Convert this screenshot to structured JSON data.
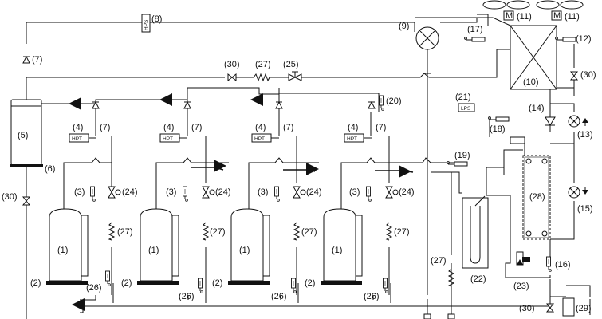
{
  "labels": {
    "l1": "(1)",
    "l2": "(2)",
    "l3": "(3)",
    "l4": "(4)",
    "l5": "(5)",
    "l6": "(6)",
    "l7": "(7)",
    "l8": "(8)",
    "l9": "(9)",
    "l10": "(10)",
    "l11": "(11)",
    "l12": "(12)",
    "l13": "(13)",
    "l14": "(14)",
    "l15": "(15)",
    "l16": "(16)",
    "l17": "(17)",
    "l18": "(18)",
    "l19": "(19)",
    "l20": "(20)",
    "l21": "(21)",
    "l22": "(22)",
    "l23": "(23)",
    "l24": "(24)",
    "l25": "(25)",
    "l26": "(26)",
    "l27": "(27)",
    "l28": "(28)",
    "l29": "(29)",
    "l30": "(30)"
  },
  "tags": {
    "hps": "HPS",
    "hpt": "HPT",
    "lps": "LPS",
    "motor": "M"
  }
}
